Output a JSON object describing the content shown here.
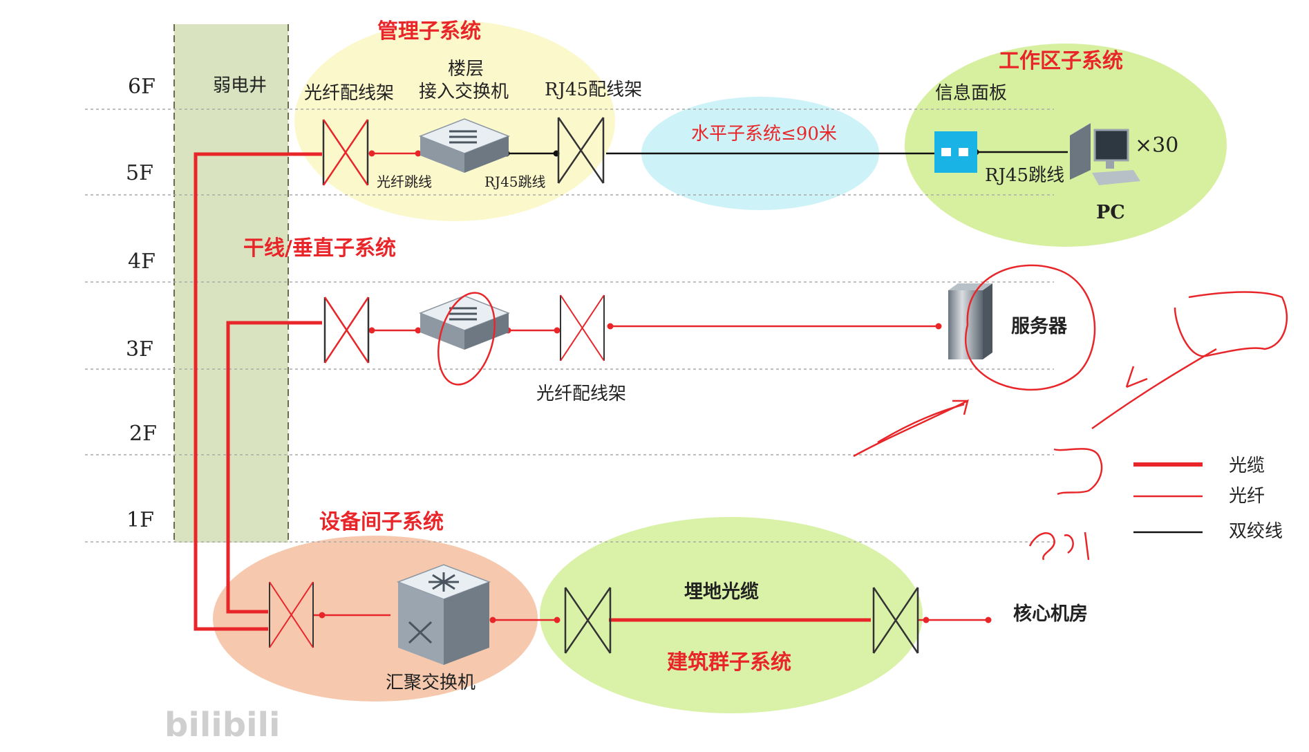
{
  "floors": [
    "6F",
    "5F",
    "4F",
    "3F",
    "2F",
    "1F"
  ],
  "shaft_label": "弱电井",
  "subsystems": {
    "management": "管理子系统",
    "work_area": "工作区子系统",
    "horizontal": "水平子系统≤90米",
    "backbone": "干线/垂直子系统",
    "equipment_room": "设备间子系统",
    "building_group": "建筑群子系统"
  },
  "labels": {
    "fiber_patch_panel_top": "光纤配线架",
    "access_switch_line1": "楼层",
    "access_switch_line2": "接入交换机",
    "rj45_patch_panel": "RJ45配线架",
    "info_panel": "信息面板",
    "fiber_jumper": "光纤跳线",
    "rj45_jumper": "RJ45跳线",
    "rj45_jumper_pc": "RJ45跳线",
    "pc": "PC",
    "pc_count": "×30",
    "server": "服务器",
    "fiber_patch_panel_3f": "光纤配线架",
    "aggregation_switch": "汇聚交换机",
    "buried_cable": "埋地光缆",
    "core_room": "核心机房"
  },
  "legend": [
    {
      "label": "光缆",
      "color": "#e8262a",
      "kind": "cable"
    },
    {
      "label": "光纤",
      "color": "#e8262a",
      "kind": "fiber"
    },
    {
      "label": "双绞线",
      "color": "#111111",
      "kind": "twisted"
    }
  ],
  "watermark": "bilibili",
  "colors": {
    "red": "#e8262a",
    "shaft": "#d9e3c0",
    "management_zone": "#fbf8cc",
    "work_area_zone": "#d6f0a0",
    "horizontal_zone": "#cdf2f7",
    "equipment_zone": "#f6c9ae",
    "building_zone": "#d9f2a8",
    "info_panel": "#1ab3e6"
  }
}
